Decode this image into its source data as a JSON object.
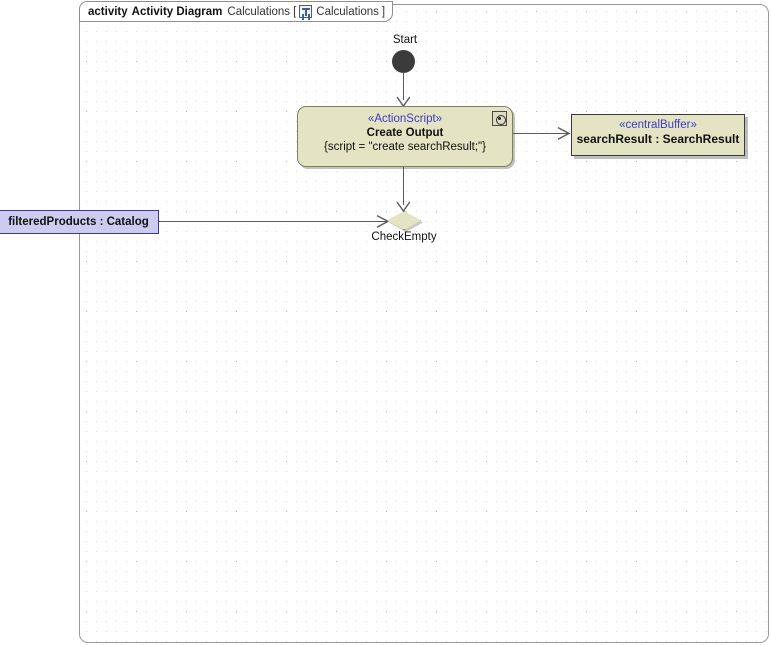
{
  "diagram": {
    "header": {
      "keyword": "activity",
      "type_name": "Activity Diagram",
      "name": "Calculations",
      "bracket_open": "[",
      "context_icon": "activity-diagram-icon",
      "context_name": "Calculations",
      "bracket_close": "]"
    },
    "nodes": {
      "start": {
        "label": "Start",
        "kind": "initial-node"
      },
      "action": {
        "stereotype": "«ActionScript»",
        "name": "Create Output",
        "body": "{script = \"create searchResult;\"}",
        "icon": "gear-icon",
        "fill": "#e4e4c4",
        "border": "#7e7e62"
      },
      "buffer": {
        "stereotype": "«centralBuffer»",
        "name": "searchResult : SearchResult",
        "fill": "#e4e4c4",
        "border": "#3a3a3a"
      },
      "pin": {
        "name": "filteredProducts : Catalog",
        "fill": "#ccccf0",
        "border": "#3a3a8c"
      },
      "decision": {
        "label": "CheckEmpty",
        "kind": "decision-node",
        "fill": "#e4e4c4"
      }
    },
    "colors": {
      "stereotype_text": "#3b3bc4",
      "canvas": "#ffffff",
      "frame_border": "#9a9a9a",
      "edge": "#5a5a5a"
    }
  }
}
